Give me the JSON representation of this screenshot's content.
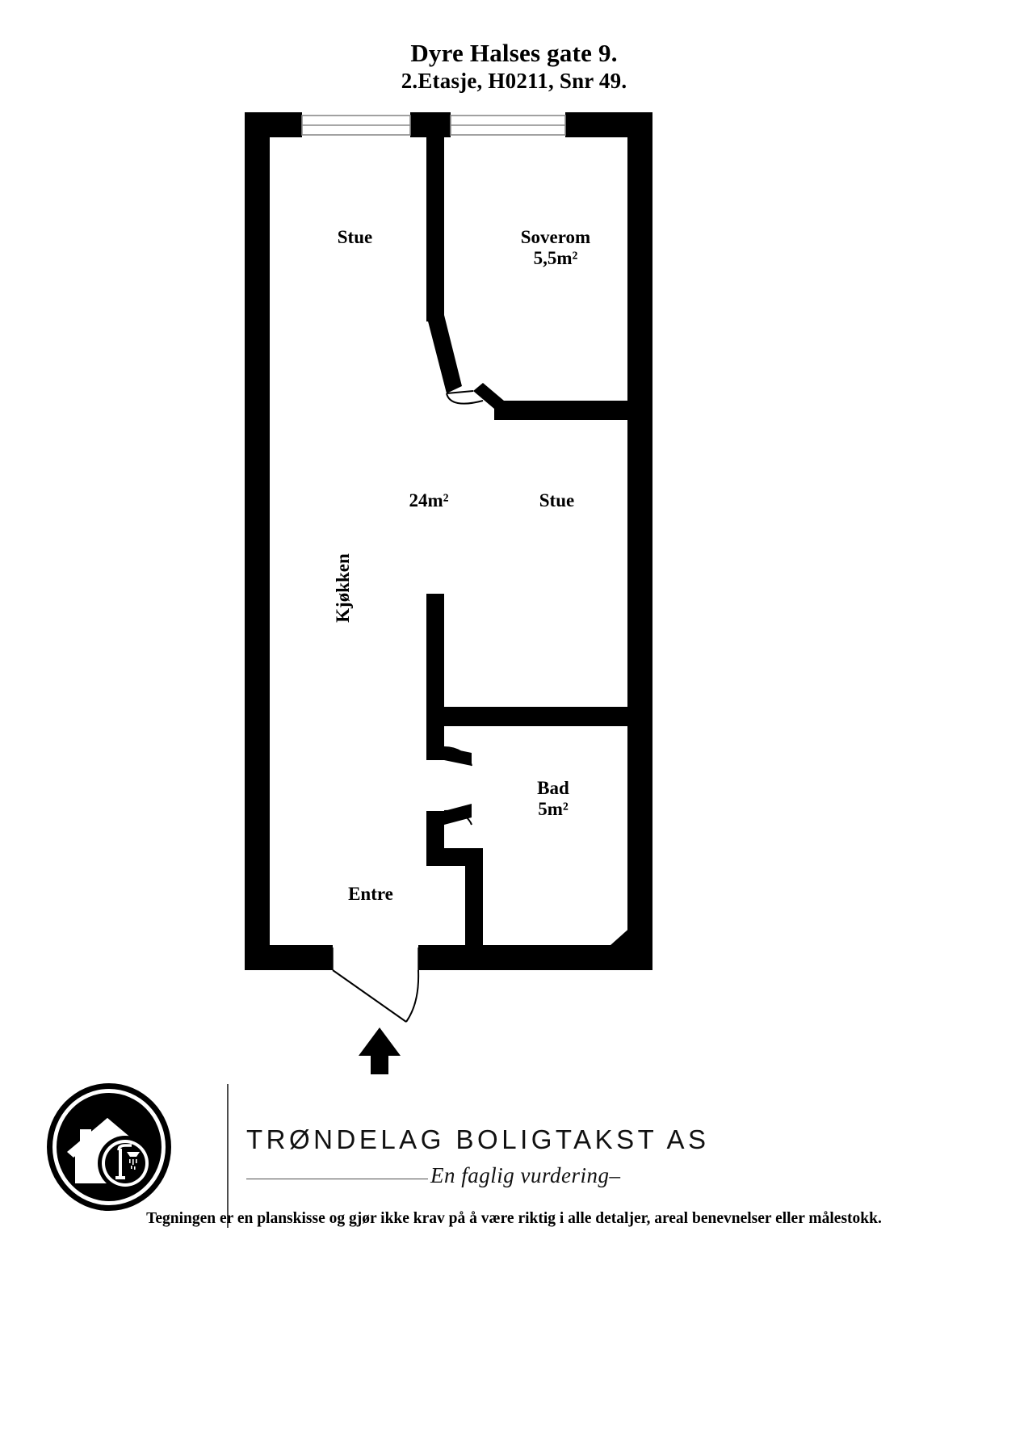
{
  "document": {
    "title_line1": "Dyre Halses gate 9.",
    "title_line2": "2.Etasje, H0211, Snr 49."
  },
  "floorplan": {
    "rooms": [
      {
        "id": "stue-top",
        "name": "Stue",
        "area": ""
      },
      {
        "id": "soverom",
        "name": "Soverom",
        "area": "5,5m²"
      },
      {
        "id": "stue-main",
        "name": "Stue",
        "area": ""
      },
      {
        "id": "main-area",
        "name": "24m²",
        "area": ""
      },
      {
        "id": "kjokken",
        "name": "Kjøkken",
        "area": ""
      },
      {
        "id": "bad",
        "name": "Bad",
        "area": "5m²"
      },
      {
        "id": "entre",
        "name": "Entre",
        "area": ""
      }
    ],
    "entrance_marker": "entrance-arrow",
    "wall_color": "#000000",
    "fill_color": "#ffffff"
  },
  "footer": {
    "logo_icon": "house-shower-badge-logo",
    "brand_name": "TRØNDELAG  BOLIGTAKST AS",
    "tagline": "En faglig vurdering–",
    "disclaimer": "Tegningen er en planskisse og gjør ikke krav på å være riktig i alle detaljer, areal benevnelser eller målestokk."
  }
}
